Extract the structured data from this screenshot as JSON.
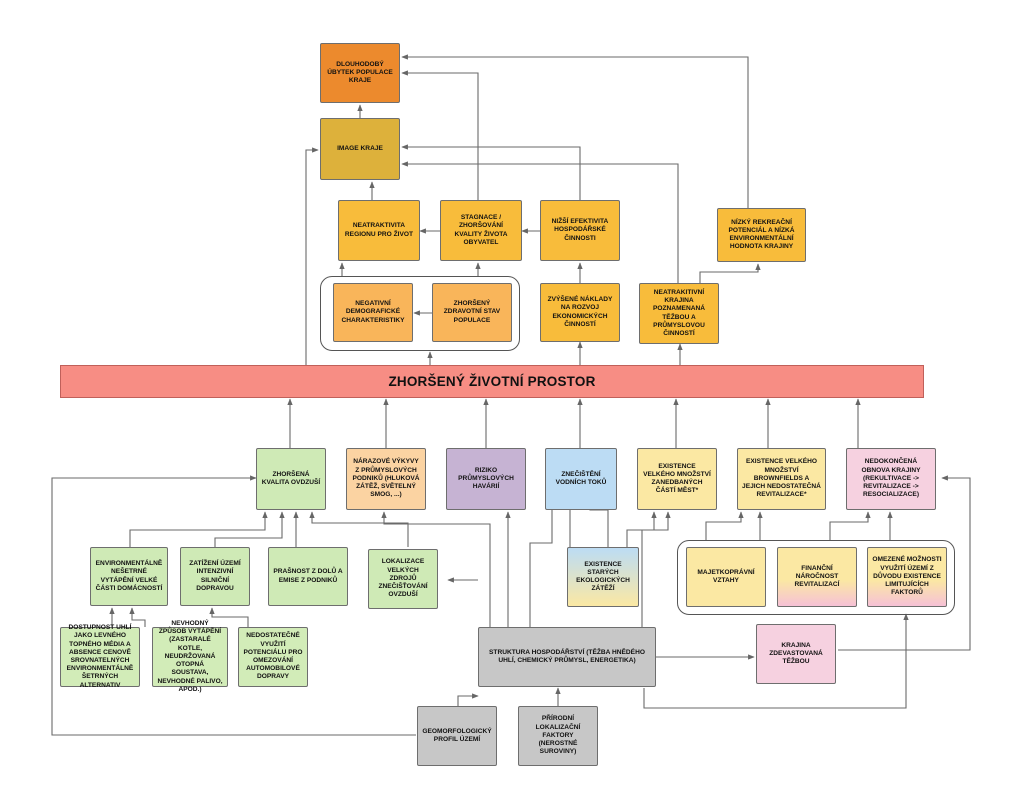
{
  "diagram": {
    "central": "ZHORŠENÝ ŽIVOTNÍ PROSTOR",
    "nodes": {
      "decline": "DLOUHODOBÝ ÚBYTEK POPULACE KRAJE",
      "image": "IMAGE KRAJE",
      "unattractive_region": "NEATRAKTIVITA REGIONU PRO ŽIVOT",
      "stagnation": "STAGNACE / ZHORŠOVÁNÍ KVALITY ŽIVOTA OBYVATEL",
      "low_efficiency": "NIŽŠÍ EFEKTIVITA HOSPODÁŘSKÉ ČINNOSTI",
      "recreation": "NÍZKÝ REKREAČNÍ POTENCIÁL A NÍZKÁ ENVIRONMENTÁLNÍ HODNOTA KRAJINY",
      "negative_demo": "NEGATIVNÍ DEMOGRAFICKÉ CHARAKTERISTIKY",
      "health": "ZHORŠENÝ ZDRAVOTNÍ STAV POPULACE",
      "costs": "ZVÝŠENÉ NÁKLADY NA ROZVOJ EKONOMICKÝCH ČINNOSTÍ",
      "landscape": "NEATRAKITIVNÍ KRAJINA POZNAMENANÁ TĚŽBOU A PRŮMYSLOVOU ČINNOSTÍ",
      "air": "ZHORŠENÁ KVALITA OVDZUŠÍ",
      "emissions": "NÁRAZOVÉ VÝKYVY Z PRŮMYSLOVÝCH PODNIKŮ (HLUKOVÁ ZÁTĚŽ, SVĚTELNÝ SMOG, ...)",
      "accident": "RIZIKO PRŮMYSLOVÝCH HAVÁRIÍ",
      "water": "ZNEČIŠTĚNÍ VODNÍCH TOKŮ",
      "neglected": "EXISTENCE VELKÉHO MNOŽSTVÍ ZANEDBANÝCH ČÁSTÍ MĚST*",
      "brownfields": "EXISTENCE VELKÉHO MNOŽSTVÍ BROWNFIELDS A JEJICH NEDOSTATEČNÁ REVITALIZACE*",
      "renewal": "NEDOKONČENÁ OBNOVA KRAJINY (REKULTIVACE -> REVITALIZACE -> RESOCIALIZACE)",
      "env_heating": "ENVIRONMENTÁLNĚ NEŠETRNÉ VYTÁPĚNÍ VELKÉ ČÁSTI DOMÁCNOSTÍ",
      "traffic": "ZATÍŽENÍ ÚZEMÍ INTENZIVNÍ SILNIČNÍ DOPRAVOU",
      "dust": "PRAŠNOST Z DOLŮ A EMISE Z PODNIKŮ",
      "localization": "LOKALIZACE VELKÝCH ZDROJŮ ZNEČIŠŤOVÁNÍ OVZDUŠÍ",
      "old_burdens": "EXISTENCE STARÝCH EKOLOGICKÝCH ZÁTĚŽÍ",
      "ownership": "MAJETKOPRÁVNÍ VZTAHY",
      "financial": "FINANČNÍ NÁROČNOST REVITALIZACÍ",
      "limited_use": "OMEZENÉ MOŽNOSTI VYUŽITÍ ÚZEMÍ Z DŮVODU EXISTENCE LIMITUJÍCÍCH FAKTORŮ",
      "coal": "DOSTUPNOST UHLÍ JAKO LEVNÉHO TOPNÉHO MÉDIA A ABSENCE CENOVĚ SROVNATELNÝCH ENVIRONMENTÁLNĚ ŠETRNÝCH ALTERNATIV",
      "heating_method": "NEVHODNÝ ZPŮSOB VYTÁPĚNÍ (ZASTARALÉ KOTLE, NEUDRŽOVANÁ OTOPNÁ SOUSTAVA, NEVHODNÉ PALIVO, APOD.)",
      "transport": "NEDOSTATEČNÉ VYUŽITÍ POTENCIÁLU PRO OMEZOVÁNÍ AUTOMOBILOVÉ DOPRAVY",
      "structure": "STRUKTURA HOSPODÁŘSTVÍ (TĚŽBA HNĚDÉHO UHLÍ, CHEMICKÝ PRŮMYSL, ENERGETIKA)",
      "mining_landscape": "KRAJINA ZDEVASTOVANÁ TĚŽBOU",
      "geomorph": "GEOMORFOLOGICKÝ PROFIL ÚZEMÍ",
      "natural": "PŘÍRODNÍ LOKALIZAČNÍ FAKTORY (NEROSTNÉ SUROVINY)"
    }
  },
  "colors": {
    "orange_dark": "#ec8a2d",
    "gold": "#ddb13b",
    "orange": "#f8bc3b",
    "banner": "#f78d84",
    "green": "#cfeab6",
    "purple": "#c6b3d3",
    "blue": "#bcdcf4",
    "yellow": "#fbe8a3",
    "pink": "#f6d1e0",
    "gray": "#c7c7c7",
    "connector": "#666666"
  }
}
